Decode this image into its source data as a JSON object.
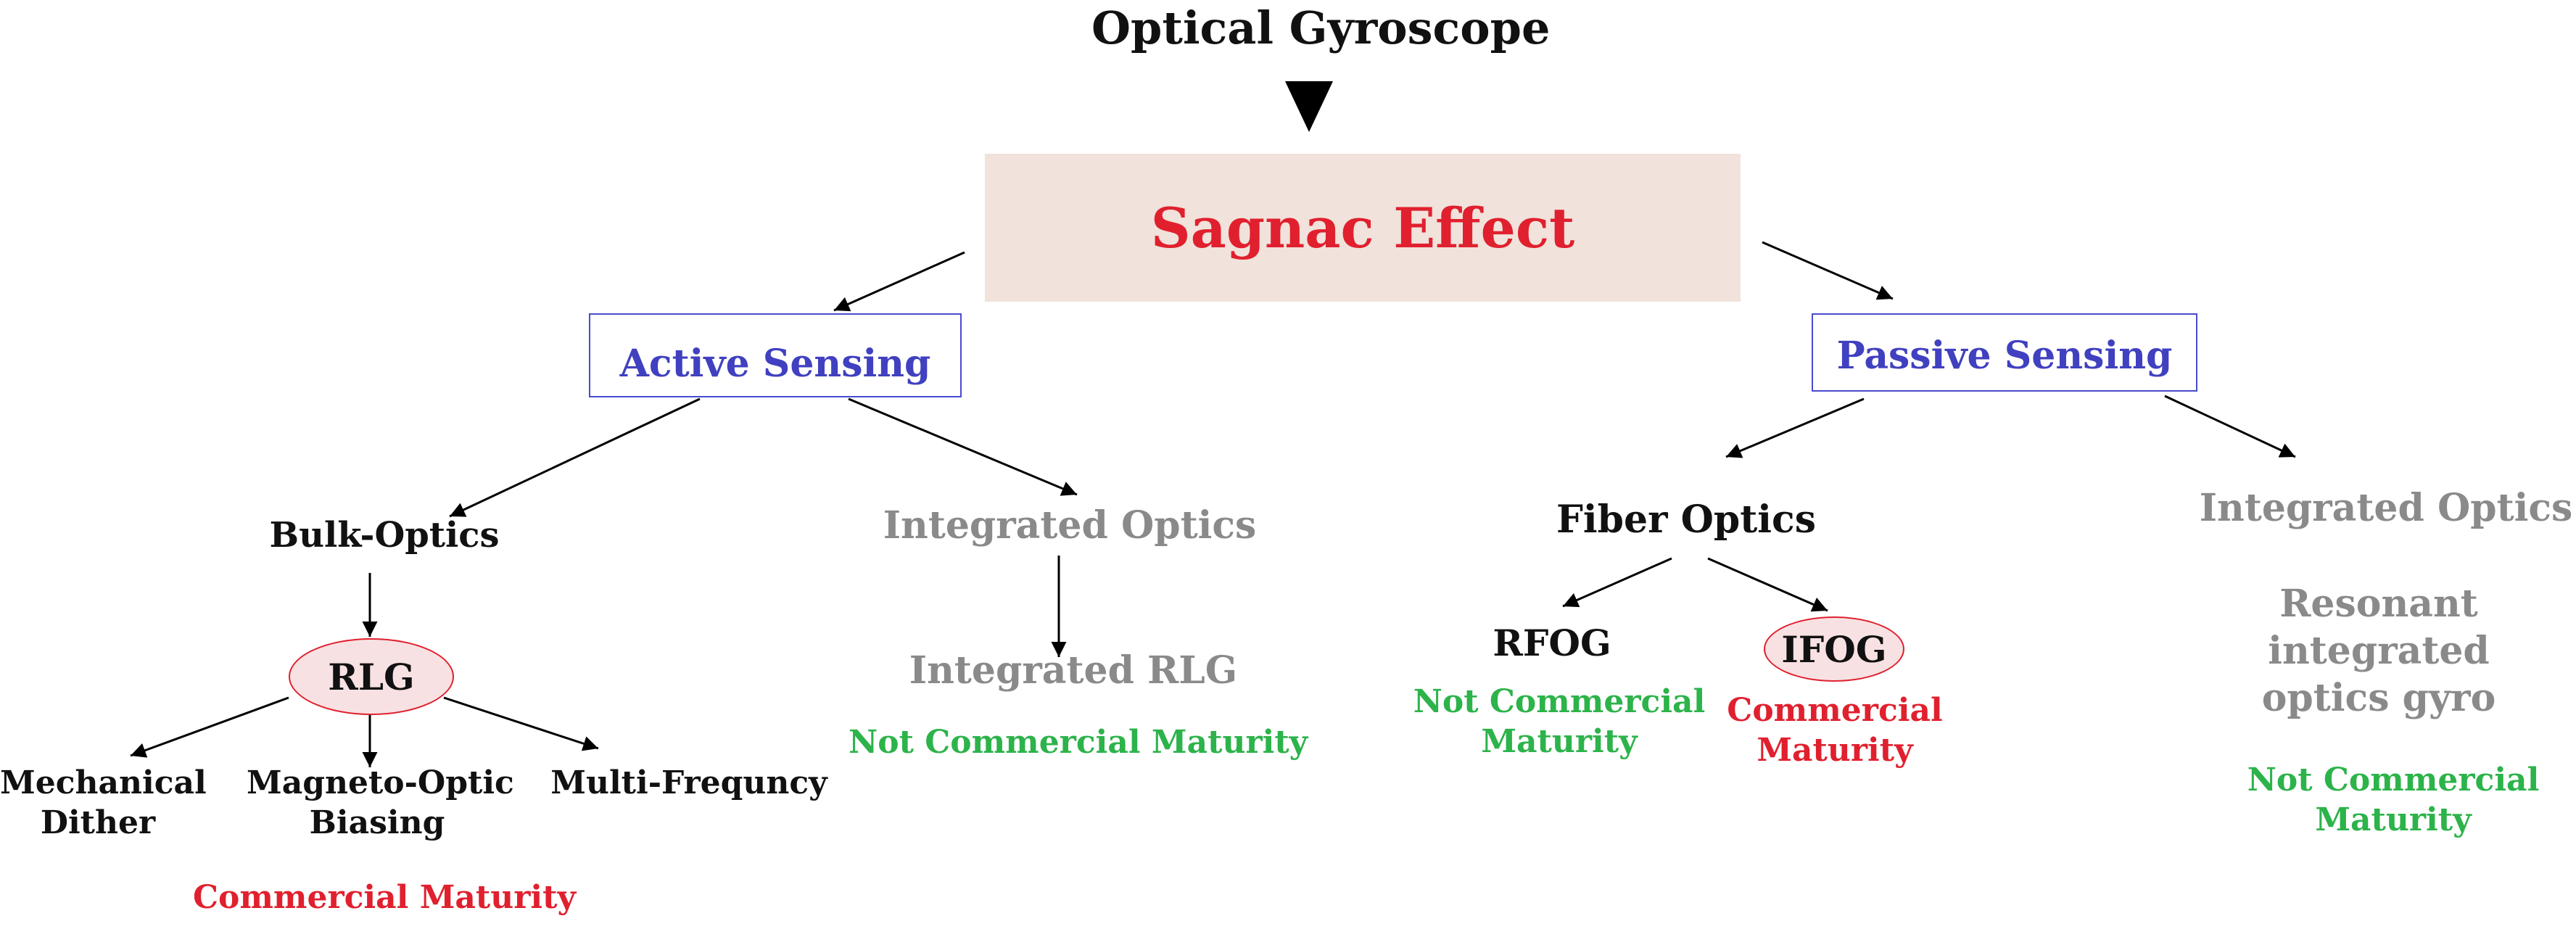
{
  "title": "Optical Gyroscope",
  "sagnac": "Sagnac Effect",
  "active": {
    "label": "Active Sensing",
    "bulk_optics": "Bulk-Optics",
    "rlg": "RLG",
    "mechanical_dither": [
      "Mechanical",
      "Dither"
    ],
    "magneto_optic": [
      "Magneto-Optic",
      "Biasing"
    ],
    "multi_frequency": "Multi-Frequncy",
    "bulk_maturity": "Commercial Maturity",
    "integrated_optics": "Integrated Optics",
    "integrated_rlg": "Integrated RLG",
    "integrated_maturity": "Not Commercial Maturity"
  },
  "passive": {
    "label": "Passive Sensing",
    "fiber_optics": "Fiber Optics",
    "rfog": "RFOG",
    "rfog_maturity": [
      "Not Commercial",
      "Maturity"
    ],
    "ifog": "IFOG",
    "ifog_maturity": [
      "Commercial",
      "Maturity"
    ],
    "integrated_optics": "Integrated Optics",
    "resonant": [
      "Resonant",
      "integrated",
      "optics gyro"
    ],
    "resonant_maturity": [
      "Not Commercial",
      "Maturity"
    ]
  },
  "colors": {
    "sagnac_text": "#e0202e",
    "sagnac_fill": "#f1e2db",
    "sensing_text": "#4040c0",
    "maturity_green": "#2cb34a",
    "maturity_red": "#e0202e",
    "inactive_gray": "#8a8a8a"
  }
}
